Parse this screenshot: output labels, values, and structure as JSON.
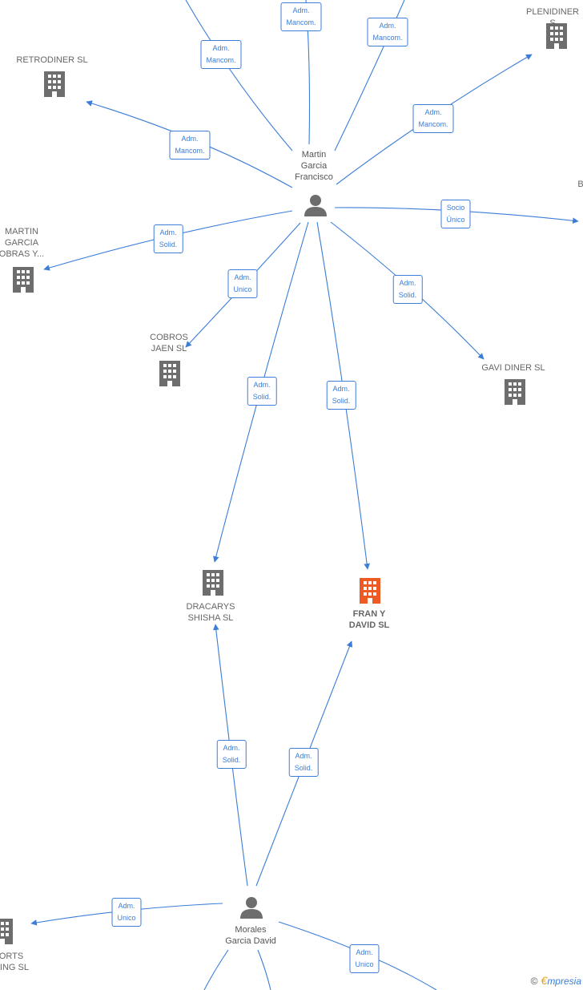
{
  "people": [
    {
      "id": "p1",
      "label": "Martin\nGarcia\nFrancisco"
    },
    {
      "id": "p2",
      "label": "Morales\nGarcia David"
    }
  ],
  "companies": [
    {
      "id": "c_retro",
      "label": "RETRODINER SL",
      "focus": false
    },
    {
      "id": "c_plen",
      "label": "PLENIDINER S",
      "focus": false
    },
    {
      "id": "c_b",
      "label": "B",
      "focus": false
    },
    {
      "id": "c_martin",
      "label": "MARTIN\nGARCIA\nOBRAS Y...",
      "focus": false
    },
    {
      "id": "c_cobros",
      "label": "COBROS\nJAEN  SL",
      "focus": false
    },
    {
      "id": "c_gavi",
      "label": "GAVI DINER SL",
      "focus": false
    },
    {
      "id": "c_dracarys",
      "label": "DRACARYS\nSHISHA  SL",
      "focus": false
    },
    {
      "id": "c_fran",
      "label": "FRAN Y\nDAVID  SL",
      "focus": true
    },
    {
      "id": "c_sports",
      "label": "ORTS\nHING SL",
      "focus": false
    }
  ],
  "edges": [
    {
      "id": "e1",
      "label": "Adm.\nMancom."
    },
    {
      "id": "e2",
      "label": "Adm.\nMancom."
    },
    {
      "id": "e3",
      "label": "Adm.\nMancom."
    },
    {
      "id": "e4",
      "label": "Adm.\nMancom."
    },
    {
      "id": "e5",
      "label": "Adm.\nMancom."
    },
    {
      "id": "e6",
      "label": "Socio\nÚnico"
    },
    {
      "id": "e7",
      "label": "Adm.\nSolid."
    },
    {
      "id": "e8",
      "label": "Adm.\nUnico"
    },
    {
      "id": "e9",
      "label": "Adm.\nSolid."
    },
    {
      "id": "e10",
      "label": "Adm.\nSolid."
    },
    {
      "id": "e11",
      "label": "Adm.\nSolid."
    },
    {
      "id": "e12",
      "label": "Adm.\nSolid."
    },
    {
      "id": "e13",
      "label": "Adm.\nSolid."
    },
    {
      "id": "e14",
      "label": "Adm.\nUnico"
    },
    {
      "id": "e15",
      "label": "Adm.\nUnico"
    }
  ],
  "colors": {
    "edge": "#3b7dd8",
    "company": "#6d6d6d",
    "focus": "#ee5a24",
    "person": "#6d6d6d"
  },
  "watermark": {
    "copyright": "©",
    "brand_initial": "€",
    "brand_rest": "mpresia"
  }
}
